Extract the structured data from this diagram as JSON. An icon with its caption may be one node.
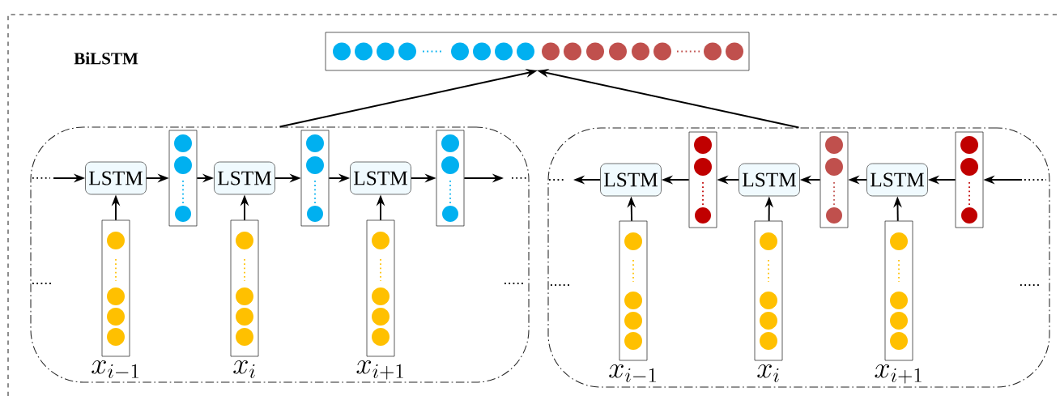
{
  "diagram": {
    "title": "BiLSTM",
    "nodes": [
      {
        "text": [],
        "shape": "box"
      },
      {
        "text": [],
        "shape": "box"
      },
      {
        "text": [],
        "shape": "box"
      },
      {
        "text": [
          "LSTM"
        ],
        "in": 1
      },
      {
        "text": [
          "LSTM"
        ],
        "in": 1
      },
      {
        "text": [
          "LSTM"
        ],
        "in": 1
      },
      {
        "text": [],
        "shape": "box",
        "in": 1
      },
      {
        "text": [],
        "shape": "box",
        "in": 1
      },
      {
        "text": [],
        "shape": "box",
        "in": 1
      },
      {
        "text": [],
        "shape": "box",
        "in": 1,
        "beside": [
          "x_{i-1}"
        ]
      },
      {
        "text": [],
        "shape": "box",
        "in": 1,
        "beside": [
          "x_{i}"
        ]
      },
      {
        "text": [],
        "shape": "box",
        "in": 1,
        "beside": [
          "x_{i+1}"
        ]
      },
      {
        "text": [
          "LSTM"
        ],
        "in": 2
      },
      {
        "text": [
          "LSTM"
        ],
        "in": 2
      },
      {
        "text": [
          "LSTM"
        ],
        "in": 2
      },
      {
        "text": [],
        "shape": "box",
        "in": 2
      },
      {
        "text": [],
        "shape": "box",
        "in": 2
      },
      {
        "text": [],
        "shape": "box",
        "in": 2
      },
      {
        "text": [],
        "shape": "box",
        "in": 2,
        "beside": [
          "x_{i-1}"
        ]
      },
      {
        "text": [],
        "shape": "box",
        "in": 2,
        "beside": [
          "x_{i}"
        ]
      },
      {
        "text": [],
        "shape": "box",
        "in": 2,
        "beside": [
          "x_{i+1}"
        ]
      }
    ],
    "edges": [
      {
        "from": null,
        "to": 3,
        "arrow": "to"
      },
      {
        "from": 3,
        "to": 6,
        "arrow": "to"
      },
      {
        "from": 6,
        "to": 4,
        "arrow": "to"
      },
      {
        "from": 4,
        "to": 7,
        "arrow": "to"
      },
      {
        "from": 7,
        "to": 5,
        "arrow": "to"
      },
      {
        "from": 5,
        "to": 8,
        "arrow": "to"
      },
      {
        "from": 8,
        "to": null,
        "arrow": "to"
      },
      {
        "from": 9,
        "to": 3,
        "arrow": "to"
      },
      {
        "from": 10,
        "to": 4,
        "arrow": "to"
      },
      {
        "from": 11,
        "to": 5,
        "arrow": "to"
      },
      {
        "from": null,
        "to": 17,
        "arrow": "to"
      },
      {
        "from": 17,
        "to": 14,
        "arrow": "to"
      },
      {
        "from": 14,
        "to": 16,
        "arrow": "to"
      },
      {
        "from": 16,
        "to": 13,
        "arrow": "to"
      },
      {
        "from": 13,
        "to": 15,
        "arrow": "to"
      },
      {
        "from": 15,
        "to": 12,
        "arrow": "to"
      },
      {
        "from": 12,
        "to": null,
        "arrow": "to"
      },
      {
        "from": 18,
        "to": 12,
        "arrow": "to"
      },
      {
        "from": 19,
        "to": 13,
        "arrow": "to"
      },
      {
        "from": 20,
        "to": 14,
        "arrow": "to"
      },
      {
        "from": 1,
        "to": 0,
        "arrow": "to"
      },
      {
        "from": 2,
        "to": 0,
        "arrow": "to"
      }
    ]
  }
}
